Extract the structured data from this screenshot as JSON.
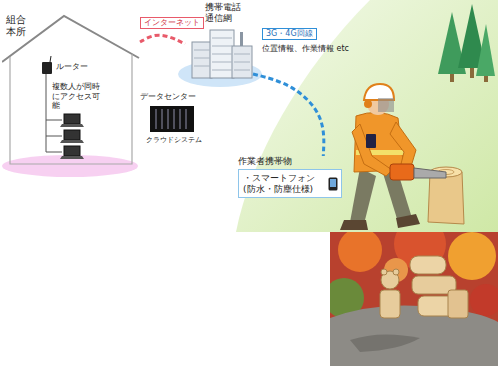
{
  "diagram": {
    "nodes": [
      {
        "text": [
          "組合本所"
        ]
      },
      {
        "text": [
          "携帯電話通信網"
        ]
      },
      {
        "text": [
          "作業者携帯物",
          "・スマートフォン (防水・防塵仕様)"
        ]
      }
    ],
    "edges": [
      {
        "from": 0,
        "to": 1,
        "label": "インターネット",
        "arrow": "none"
      },
      {
        "from": 1,
        "to": 2,
        "label": "3G・4G回線",
        "arrow": "none"
      }
    ],
    "labels": [
      "ルーター",
      "複数人が同時にアクセス可能",
      "データセンター",
      "クラウドシステム",
      "位置情報、作業情報 etc"
    ]
  }
}
